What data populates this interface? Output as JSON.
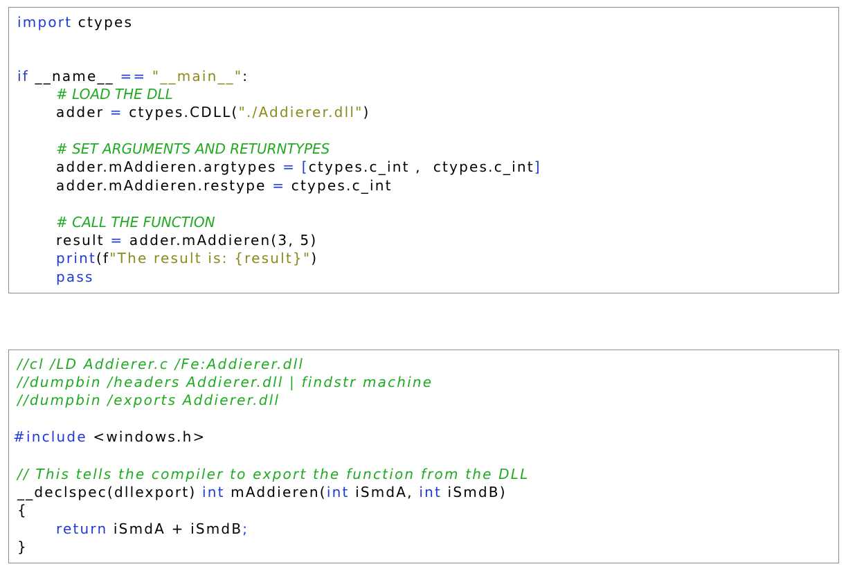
{
  "python_listing": {
    "lines": [
      {
        "kw": "import",
        "rest": " ctypes"
      },
      {
        "kw": "if",
        "a": " __name__ ",
        "op": "==",
        "str": " \"__main__\"",
        "b": ":"
      },
      {
        "cmt": "# LOAD THE DLL"
      },
      {
        "a": "adder ",
        "op": "=",
        "b": " ctypes.CDLL(",
        "str": "\"./Addierer.dll\"",
        "c": ")"
      },
      {
        "cmt": "# SET ARGUMENTS AND RETURNTYPES"
      },
      {
        "a": "adder.mAddieren.argtypes ",
        "op": "=",
        "ob": " [",
        "b": "ctypes.c_int ,  ctypes.c_int",
        "cb": "]"
      },
      {
        "a": "adder.mAddieren.restype ",
        "op": "=",
        "b": " ctypes.c_int"
      },
      {
        "cmt": "# CALL THE FUNCTION"
      },
      {
        "a": "result ",
        "op": "=",
        "b": " adder.mAddieren(3, 5)"
      },
      {
        "kw": "print",
        "a": "(f",
        "str": "\"The result is: {result}\"",
        "b": ")"
      },
      {
        "kw": "pass"
      }
    ]
  },
  "c_listing": {
    "lines": [
      {
        "cmt": "//cl /LD Addierer.c /Fe:Addierer.dll"
      },
      {
        "cmt": "//dumpbin /headers Addierer.dll | findstr machine"
      },
      {
        "cmt": "//dumpbin /exports Addierer.dll"
      },
      {
        "kw": "#include",
        "a": " <windows.h>"
      },
      {
        "cmt": "// This tells the compiler to export the function from the DLL"
      },
      {
        "a": "__declspec(dllexport) ",
        "kw": "int",
        "b": " mAddieren(",
        "kw2": "int",
        "c": " iSmdA, ",
        "kw3": "int",
        "d": " iSmdB)"
      },
      {
        "a": "{"
      },
      {
        "kw": "return",
        "a": " iSmdA + iSmdB",
        "op": ";"
      },
      {
        "a": "}"
      }
    ]
  }
}
